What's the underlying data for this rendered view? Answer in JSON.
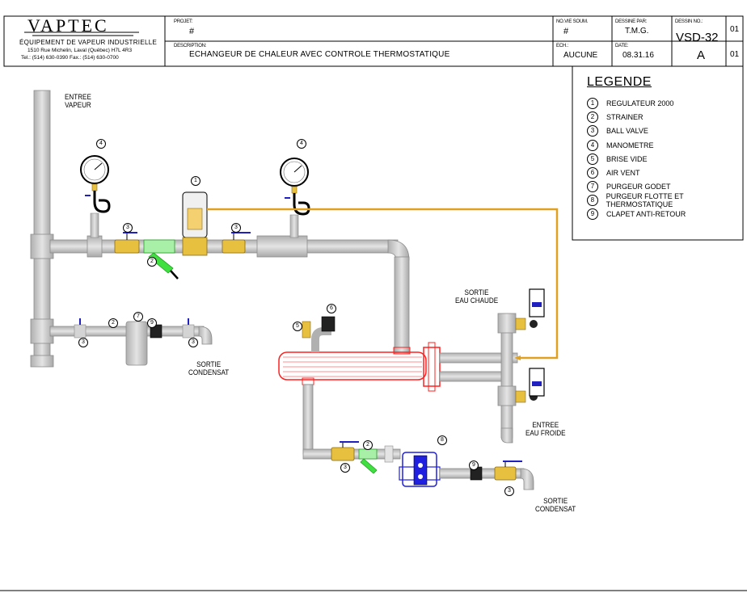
{
  "title_block": {
    "company_name": "VAPTEC",
    "company_tagline": "ÉQUIPEMENT DE VAPEUR INDUSTRIELLE",
    "company_address": "1510 Rue Michelin, Laval (Québec) H7L 4R3",
    "company_phone": "Tel.: (514) 630-0390    Fax.: (514) 630-0700",
    "projet_label": "PROJET:",
    "projet_value": "#",
    "description_label": "DESCRIPTION:",
    "description_value": "ECHANGEUR DE CHALEUR AVEC CONTROLE THERMOSTATIQUE",
    "no_soum_label": "NO.VIE SOUM.",
    "no_soum_value": "#",
    "ech_label": "ECH.:",
    "ech_value": "AUCUNE",
    "dessine_label": "DESSINE PAR:",
    "dessine_value": "T.M.G.",
    "date_label": "DATE:",
    "date_value": "08.31.16",
    "dessin_no_label": "DESSIN NO.:",
    "dessin_no_value": "VSD-32",
    "rev_value": "A",
    "sheet_top": "01",
    "sheet_bottom": "01"
  },
  "legend": {
    "title": "LEGENDE",
    "items": [
      {
        "num": "1",
        "label": "REGULATEUR 2000"
      },
      {
        "num": "2",
        "label": "STRAINER"
      },
      {
        "num": "3",
        "label": "BALL VALVE"
      },
      {
        "num": "4",
        "label": "MANOMETRE"
      },
      {
        "num": "5",
        "label": "BRISE VIDE"
      },
      {
        "num": "6",
        "label": "AIR VENT"
      },
      {
        "num": "7",
        "label": "PURGEUR GODET"
      },
      {
        "num": "8",
        "label": "PURGEUR FLOTTE ET THERMOSTATIQUE"
      },
      {
        "num": "9",
        "label": "CLAPET ANTI-RETOUR"
      }
    ]
  },
  "labels": {
    "entree_vapeur_1": "ENTREE",
    "entree_vapeur_2": "VAPEUR",
    "sortie_condensat_left_1": "SORTIE",
    "sortie_condensat_left_2": "CONDENSAT",
    "sortie_eau_chaude_1": "SORTIE",
    "sortie_eau_chaude_2": "EAU CHAUDE",
    "entree_eau_froide_1": "ENTREE",
    "entree_eau_froide_2": "EAU FROIDE",
    "sortie_condensat_right_1": "SORTIE",
    "sortie_condensat_right_2": "CONDENSAT"
  },
  "callouts": {
    "c1": "1",
    "c2a": "2",
    "c2b": "2",
    "c2c": "2",
    "c3a": "3",
    "c3b": "3",
    "c3c": "3",
    "c3d": "3",
    "c3e": "3",
    "c3f": "3",
    "c4a": "4",
    "c4b": "4",
    "c5": "5",
    "c6": "6",
    "c7": "7",
    "c8": "8",
    "c9a": "9",
    "c9b": "9"
  },
  "colors": {
    "pipe": "#c8c8c8",
    "pipe_stroke": "#8c8c8c",
    "steam_line": "#e0a020",
    "exchanger": "#ff2020",
    "strainer": "#40e040",
    "trap_ft": "#2020e0",
    "valve_body": "#e8c040",
    "handle": "#2020c0"
  }
}
